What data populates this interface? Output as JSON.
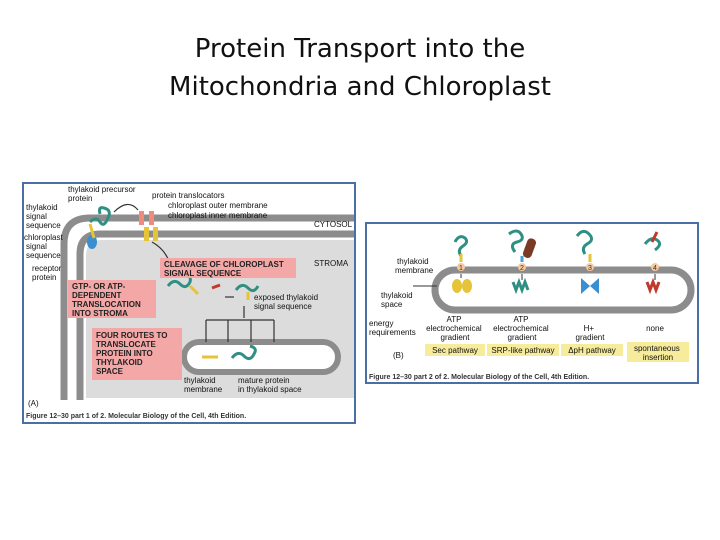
{
  "slide": {
    "title_line1": "Protein Transport into the",
    "title_line2": "Mitochondria and Chloroplast"
  },
  "figA": {
    "labels": {
      "precursor": [
        "thylakoid precursor",
        "protein"
      ],
      "thylakoid_signal": [
        "thylakoid",
        "signal",
        "sequence"
      ],
      "chloroplast_signal": [
        "chloroplast",
        "signal",
        "sequence"
      ],
      "receptor": [
        "receptor",
        "protein"
      ],
      "translocators": "protein translocators",
      "outer_membrane": "chloroplast outer membrane",
      "inner_membrane": "chloroplast inner membrane",
      "cytosol": "CYTOSOL",
      "stroma": "STROMA",
      "exposed": [
        "exposed thylakoid",
        "signal sequence"
      ],
      "thylakoid_membrane": [
        "thylakoid",
        "membrane"
      ],
      "mature": [
        "mature protein",
        "in thylakoid space"
      ]
    },
    "boxes": {
      "cleavage": [
        "CLEAVAGE OF CHLOROPLAST",
        "SIGNAL SEQUENCE"
      ],
      "gtp": [
        "GTP- OR ATP-",
        "DEPENDENT",
        "TRANSLOCATION",
        "INTO STROMA"
      ],
      "routes": [
        "FOUR ROUTES TO",
        "TRANSLOCATE",
        "PROTEIN INTO",
        "THYLAKOID",
        "SPACE"
      ]
    },
    "panel": "(A)",
    "caption": "Figure 12–30 part 1 of 2. Molecular Biology of the Cell, 4th Edition."
  },
  "figB": {
    "routes": [
      "1",
      "2",
      "3",
      "4"
    ],
    "labels": {
      "thylakoid_membrane": [
        "thylakoid",
        "membrane"
      ],
      "thylakoid_space": [
        "thylakoid",
        "space"
      ],
      "energy": [
        "energy",
        "requirements"
      ]
    },
    "energy_values": [
      [
        "ATP",
        "electrochemical",
        "gradient"
      ],
      [
        "ATP",
        "electrochemical",
        "gradient"
      ],
      [
        "H+",
        "gradient"
      ],
      [
        "none"
      ]
    ],
    "pathways": [
      "Sec pathway",
      "SRP-like pathway",
      "ΔpH pathway",
      [
        "spontaneous",
        "insertion"
      ]
    ],
    "panel": "(B)",
    "caption": "Figure 12–30 part 2 of 2. Molecular Biology of the Cell, 4th Edition."
  },
  "colors": {
    "frame": "#4a6fa5",
    "pink_box": "#f4a7a7",
    "pathway_box": "#f6ec9c",
    "membrane": "#8c8c8c",
    "stroma_fill": "#dcdcdc",
    "protein": "#2f8f83",
    "signal_yellow": "#e5c43a",
    "red_signal": "#c0392b",
    "receptor_blue": "#3a8fd0"
  }
}
